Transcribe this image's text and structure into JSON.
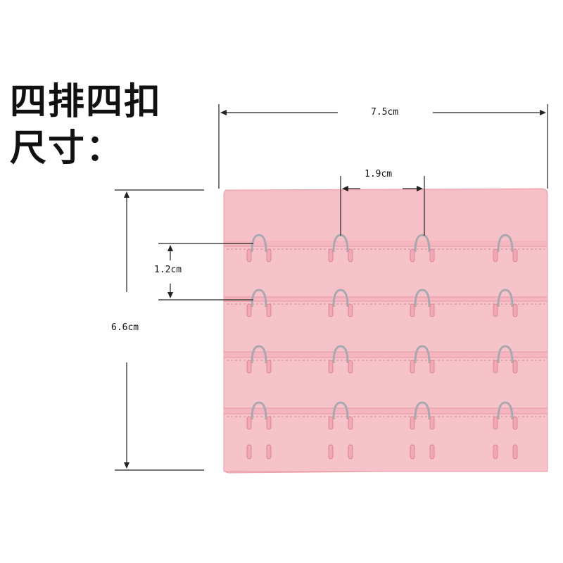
{
  "title": {
    "line1": "四排四扣",
    "line2": "尺寸："
  },
  "dimensions": {
    "width": "7.5cm",
    "height": "6.6cm",
    "hook_spacing": "1.9cm",
    "row_spacing": "1.2cm"
  },
  "product": {
    "rows": 4,
    "columns": 4,
    "fabric_color": "#f4b3bd",
    "band_color": "#f7c3cb",
    "hook_color": "#a8a8ae"
  }
}
